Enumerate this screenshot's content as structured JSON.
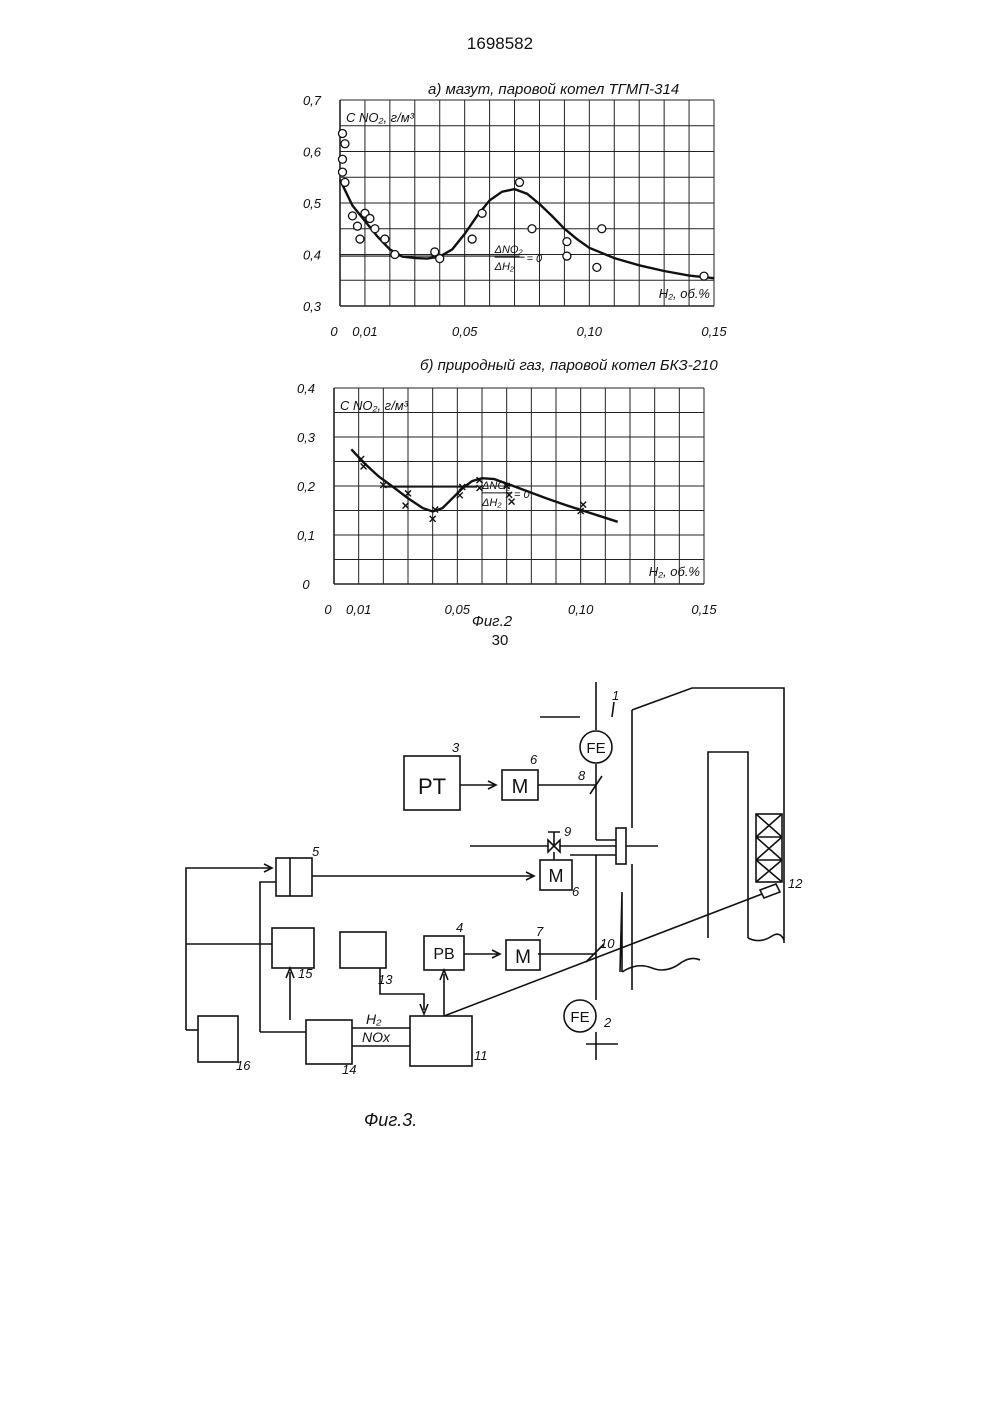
{
  "document_number": "1698582",
  "page_number": "30",
  "figures": {
    "fig2_caption": "Фиг.2",
    "fig3_caption": "Фиг.3."
  },
  "chart_data": [
    {
      "type": "scatter",
      "title": "а) мазут, паровой котел ТГМП-314",
      "ylabel": "C NO₂, г/м³",
      "xlabel": "H₂, об.%",
      "xlim": [
        0,
        0.15
      ],
      "ylim": [
        0.3,
        0.7
      ],
      "x_ticks": [
        "0",
        "0,01",
        "0,05",
        "0,10",
        "0,15"
      ],
      "y_ticks": [
        "0,3",
        "0,4",
        "0,5",
        "0,6",
        "0,7"
      ],
      "annotation": {
        "num": "ΔNO₂",
        "den": "ΔH₂",
        "eq": "= 0"
      },
      "grid": true,
      "marker": "circle",
      "points": [
        {
          "x": 0.001,
          "y": 0.635
        },
        {
          "x": 0.002,
          "y": 0.615
        },
        {
          "x": 0.001,
          "y": 0.585
        },
        {
          "x": 0.001,
          "y": 0.56
        },
        {
          "x": 0.002,
          "y": 0.54
        },
        {
          "x": 0.005,
          "y": 0.475
        },
        {
          "x": 0.007,
          "y": 0.455
        },
        {
          "x": 0.008,
          "y": 0.43
        },
        {
          "x": 0.01,
          "y": 0.48
        },
        {
          "x": 0.012,
          "y": 0.47
        },
        {
          "x": 0.014,
          "y": 0.45
        },
        {
          "x": 0.018,
          "y": 0.43
        },
        {
          "x": 0.022,
          "y": 0.4
        },
        {
          "x": 0.038,
          "y": 0.405
        },
        {
          "x": 0.04,
          "y": 0.392
        },
        {
          "x": 0.053,
          "y": 0.43
        },
        {
          "x": 0.057,
          "y": 0.48
        },
        {
          "x": 0.072,
          "y": 0.54
        },
        {
          "x": 0.077,
          "y": 0.45
        },
        {
          "x": 0.091,
          "y": 0.425
        },
        {
          "x": 0.091,
          "y": 0.397
        },
        {
          "x": 0.103,
          "y": 0.375
        },
        {
          "x": 0.105,
          "y": 0.45
        },
        {
          "x": 0.146,
          "y": 0.358
        }
      ],
      "curve": [
        {
          "x": 0.0,
          "y": 0.545
        },
        {
          "x": 0.005,
          "y": 0.495
        },
        {
          "x": 0.01,
          "y": 0.465
        },
        {
          "x": 0.015,
          "y": 0.435
        },
        {
          "x": 0.02,
          "y": 0.41
        },
        {
          "x": 0.025,
          "y": 0.396
        },
        {
          "x": 0.03,
          "y": 0.393
        },
        {
          "x": 0.035,
          "y": 0.392
        },
        {
          "x": 0.04,
          "y": 0.396
        },
        {
          "x": 0.045,
          "y": 0.41
        },
        {
          "x": 0.05,
          "y": 0.44
        },
        {
          "x": 0.055,
          "y": 0.475
        },
        {
          "x": 0.06,
          "y": 0.505
        },
        {
          "x": 0.065,
          "y": 0.522
        },
        {
          "x": 0.07,
          "y": 0.527
        },
        {
          "x": 0.075,
          "y": 0.518
        },
        {
          "x": 0.08,
          "y": 0.498
        },
        {
          "x": 0.085,
          "y": 0.475
        },
        {
          "x": 0.09,
          "y": 0.45
        },
        {
          "x": 0.095,
          "y": 0.43
        },
        {
          "x": 0.1,
          "y": 0.413
        },
        {
          "x": 0.11,
          "y": 0.393
        },
        {
          "x": 0.12,
          "y": 0.379
        },
        {
          "x": 0.13,
          "y": 0.368
        },
        {
          "x": 0.14,
          "y": 0.359
        },
        {
          "x": 0.15,
          "y": 0.354
        }
      ],
      "plateau": [
        {
          "x": 0.0,
          "y": 0.397
        },
        {
          "x": 0.072,
          "y": 0.397
        }
      ]
    },
    {
      "type": "scatter",
      "title": "б) природный газ, паровой котел БКЗ-210",
      "ylabel": "C NO₂, г/м³",
      "xlabel": "H₂, об.%",
      "xlim": [
        0,
        0.15
      ],
      "ylim": [
        0,
        0.4
      ],
      "x_ticks": [
        "0",
        "0,01",
        "0,05",
        "0,10",
        "0,15"
      ],
      "y_ticks": [
        "0",
        "0,1",
        "0,2",
        "0,3",
        "0,4"
      ],
      "annotation": {
        "num": "ΔNO₂",
        "den": "ΔH₂",
        "eq": "= 0"
      },
      "grid": true,
      "marker": "x",
      "points": [
        {
          "x": 0.011,
          "y": 0.255
        },
        {
          "x": 0.012,
          "y": 0.24
        },
        {
          "x": 0.02,
          "y": 0.202
        },
        {
          "x": 0.03,
          "y": 0.185
        },
        {
          "x": 0.029,
          "y": 0.16
        },
        {
          "x": 0.041,
          "y": 0.152
        },
        {
          "x": 0.04,
          "y": 0.133
        },
        {
          "x": 0.052,
          "y": 0.198
        },
        {
          "x": 0.051,
          "y": 0.181
        },
        {
          "x": 0.059,
          "y": 0.212
        },
        {
          "x": 0.059,
          "y": 0.196
        },
        {
          "x": 0.07,
          "y": 0.2
        },
        {
          "x": 0.071,
          "y": 0.182
        },
        {
          "x": 0.072,
          "y": 0.168
        },
        {
          "x": 0.101,
          "y": 0.162
        },
        {
          "x": 0.1,
          "y": 0.149
        }
      ],
      "curve": [
        {
          "x": 0.007,
          "y": 0.275
        },
        {
          "x": 0.012,
          "y": 0.248
        },
        {
          "x": 0.018,
          "y": 0.22
        },
        {
          "x": 0.024,
          "y": 0.198
        },
        {
          "x": 0.03,
          "y": 0.175
        },
        {
          "x": 0.036,
          "y": 0.155
        },
        {
          "x": 0.04,
          "y": 0.148
        },
        {
          "x": 0.044,
          "y": 0.155
        },
        {
          "x": 0.048,
          "y": 0.175
        },
        {
          "x": 0.052,
          "y": 0.195
        },
        {
          "x": 0.056,
          "y": 0.21
        },
        {
          "x": 0.06,
          "y": 0.216
        },
        {
          "x": 0.065,
          "y": 0.214
        },
        {
          "x": 0.07,
          "y": 0.205
        },
        {
          "x": 0.078,
          "y": 0.19
        },
        {
          "x": 0.086,
          "y": 0.175
        },
        {
          "x": 0.094,
          "y": 0.161
        },
        {
          "x": 0.102,
          "y": 0.148
        },
        {
          "x": 0.11,
          "y": 0.135
        },
        {
          "x": 0.115,
          "y": 0.127
        }
      ],
      "plateau": [
        {
          "x": 0.02,
          "y": 0.198
        },
        {
          "x": 0.058,
          "y": 0.198
        }
      ]
    }
  ],
  "diagram": {
    "boxes": [
      {
        "id": "3",
        "text": "PT"
      },
      {
        "id": "6a",
        "text": "M"
      },
      {
        "id": "6b",
        "text": "M"
      },
      {
        "id": "4",
        "text": "PB"
      },
      {
        "id": "7",
        "text": "M"
      },
      {
        "id": "5",
        "text": ""
      },
      {
        "id": "15",
        "text": ""
      },
      {
        "id": "13",
        "text": ""
      },
      {
        "id": "11",
        "text": ""
      },
      {
        "id": "14",
        "text": ""
      },
      {
        "id": "16",
        "text": ""
      }
    ],
    "sensors": [
      {
        "id": "1",
        "text": "FE"
      },
      {
        "id": "2",
        "text": "FE"
      }
    ],
    "number_labels": [
      "1",
      "2",
      "3",
      "4",
      "5",
      "6",
      "6",
      "7",
      "8",
      "9",
      "10",
      "11",
      "12",
      "13",
      "14",
      "15",
      "16"
    ],
    "line_labels": [
      "H₂",
      "NOx"
    ]
  }
}
